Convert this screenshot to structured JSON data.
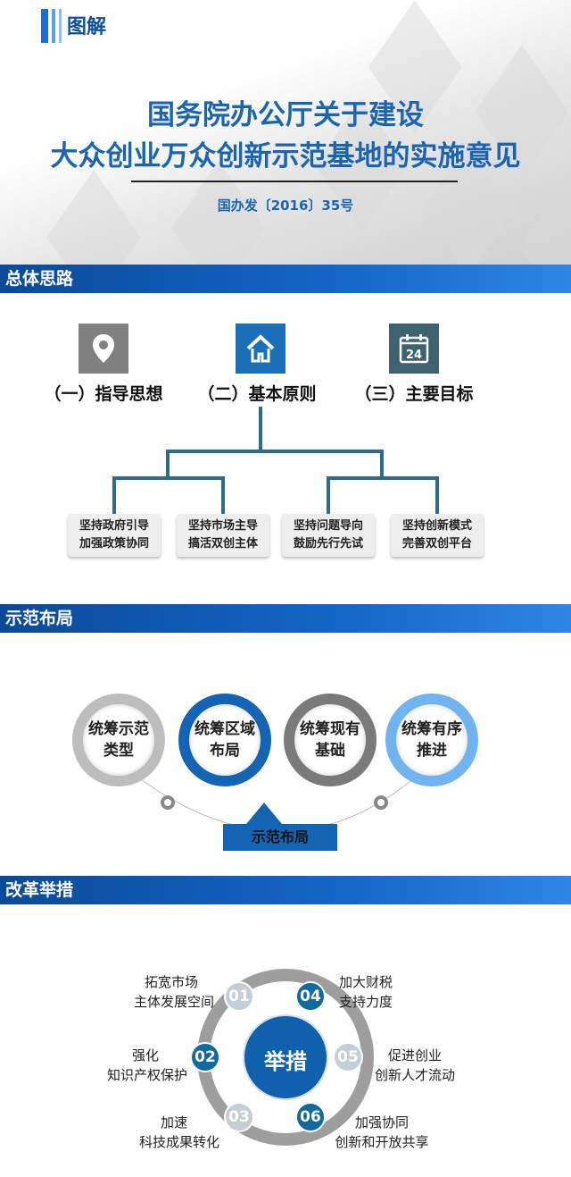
{
  "header": {
    "logo": "图解",
    "title_line1": "国务院办公厅关于建设",
    "title_line2": "大众创业万众创新示范基地的实施意见",
    "doc_number": "国办发〔2016〕35号"
  },
  "section1": {
    "title": "总体思路",
    "pillars": [
      {
        "icon": "location-pin-icon",
        "label": "（一）指导思想"
      },
      {
        "icon": "home-icon",
        "label": "（二）基本原则"
      },
      {
        "icon": "calendar-icon",
        "label": "（三）主要目标",
        "icon_text": "24"
      }
    ],
    "principles": [
      {
        "line1": "坚持政府引导",
        "line2": "加强政策协同"
      },
      {
        "line1": "坚持市场主导",
        "line2": "搞活双创主体"
      },
      {
        "line1": "坚持问题导向",
        "line2": "鼓励先行先试"
      },
      {
        "line1": "坚持创新模式",
        "line2": "完善双创平台"
      }
    ]
  },
  "section2": {
    "title": "示范布局",
    "circles": [
      {
        "line1": "统筹示范",
        "line2": "类型",
        "color": "#bdbdbd"
      },
      {
        "line1": "统筹区域",
        "line2": "布局",
        "color": "#1464b4"
      },
      {
        "line1": "统筹现有",
        "line2": "基础",
        "color": "#7a7a7a"
      },
      {
        "line1": "统筹有序",
        "line2": "推进",
        "color": "#6fb3f0"
      }
    ],
    "base_label": "示范布局"
  },
  "section3": {
    "title": "改革举措",
    "center": "举措",
    "measures": [
      {
        "num": "01",
        "line1": "拓宽市场",
        "line2": "主体发展空间"
      },
      {
        "num": "02",
        "line1": "强化",
        "line2": "知识产权保护"
      },
      {
        "num": "03",
        "line1": "加速",
        "line2": "科技成果转化"
      },
      {
        "num": "04",
        "line1": "加大财税",
        "line2": "支持力度"
      },
      {
        "num": "05",
        "line1": "促进创业",
        "line2": "创新人才流动"
      },
      {
        "num": "06",
        "line1": "加强协同",
        "line2": "创新和开放共享"
      }
    ]
  }
}
